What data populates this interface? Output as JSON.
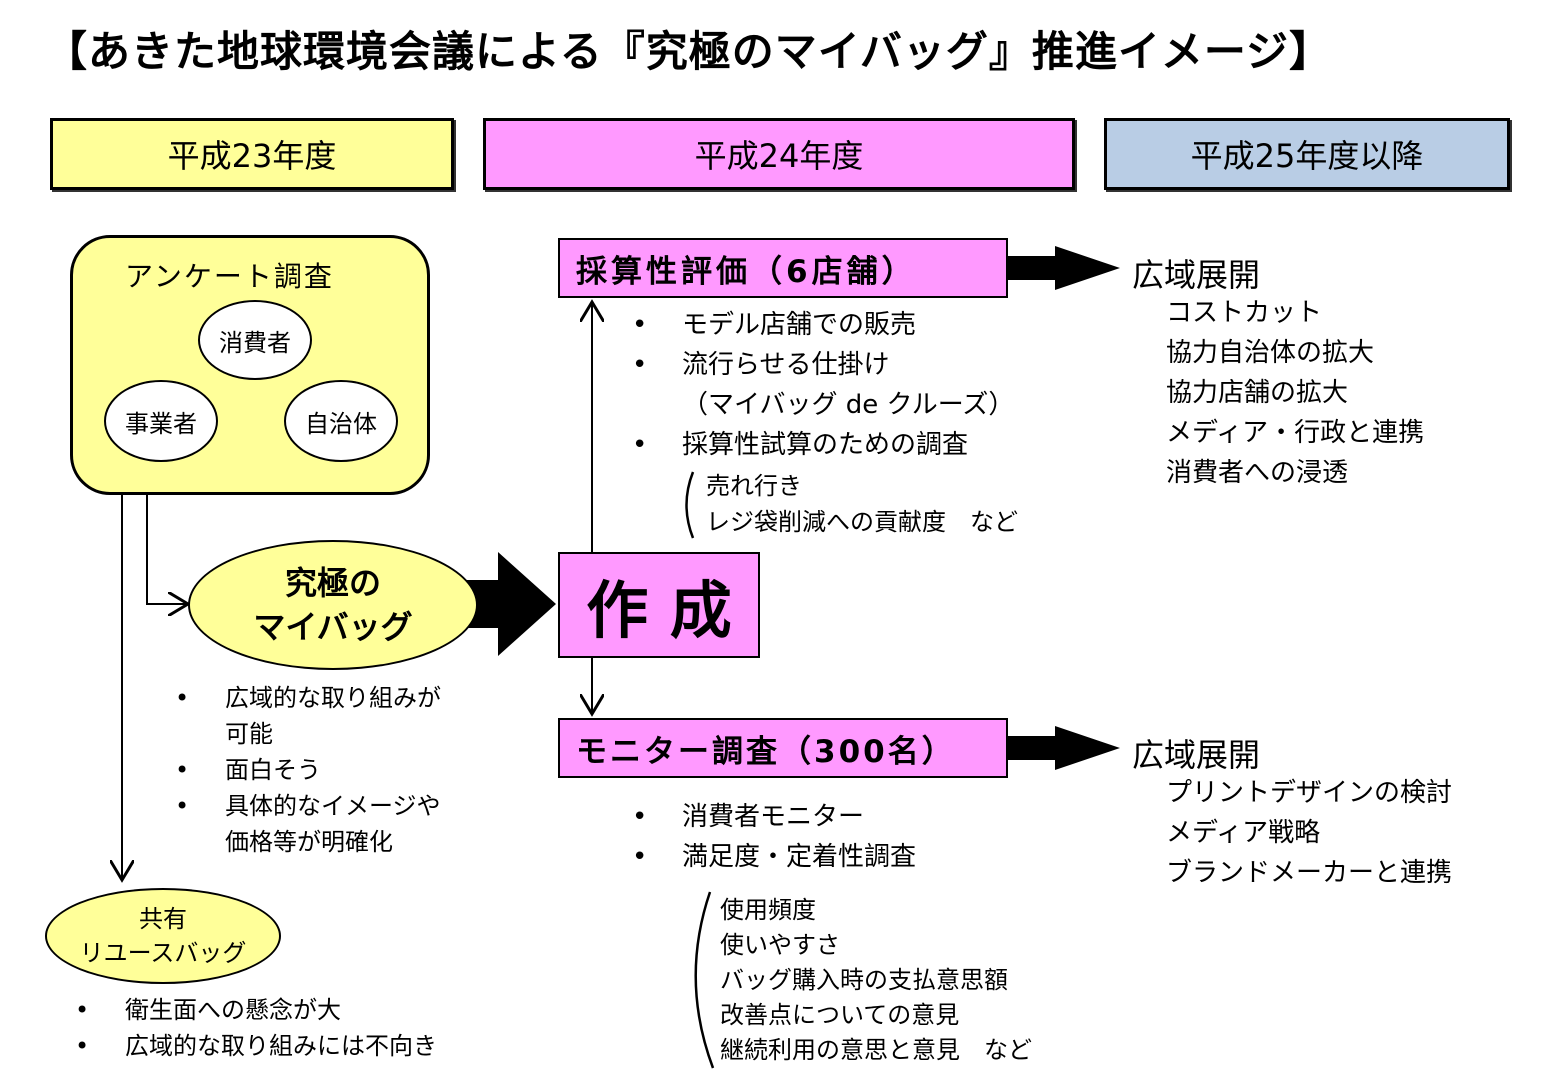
{
  "title": "【あきた地球環境会議による『究極のマイバッグ』推進イメージ】",
  "years": [
    "平成23年度",
    "平成24年度",
    "平成25年度以降"
  ],
  "survey": {
    "title": "アンケート調査",
    "participants": [
      "消費者",
      "事業者",
      "自治体"
    ]
  },
  "ultimate_bag": {
    "line1": "究極の",
    "line2": "マイバッグ"
  },
  "ultimate_bag_points": [
    "広域的な取り組みが",
    "可能",
    "面白そう",
    "具体的なイメージや",
    "価格等が明確化"
  ],
  "shared_bag": {
    "line1": "共有",
    "line2": "リユースバッグ"
  },
  "shared_bag_points": [
    "衛生面への懸念が大",
    "広域的な取り組みには不向き"
  ],
  "create_label": "作 成",
  "profitability": {
    "title": "採算性評価（6店舗）",
    "points": [
      "モデル店舗での販売",
      "流行らせる仕掛け",
      "（マイバッグ de クルーズ）",
      "採算性試算のための調査"
    ],
    "sub": [
      "売れ行き",
      "レジ袋削減への貢献度　など"
    ]
  },
  "monitor": {
    "title": "モニター調査（300名）",
    "points": [
      "消費者モニター",
      "満足度・定着性調査"
    ],
    "sub": [
      "使用頻度",
      "使いやすさ",
      "バッグ購入時の支払意思額",
      "改善点についての意見",
      "継続利用の意思と意見　など"
    ]
  },
  "expansion1": {
    "title": "広域展開",
    "items": [
      "コストカット",
      "協力自治体の拡大",
      "協力店舗の拡大",
      "メディア・行政と連携",
      "消費者への浸透"
    ]
  },
  "expansion2": {
    "title": "広域展開",
    "items": [
      "プリントデザインの検討",
      "メディア戦略",
      "ブランドメーカーと連携"
    ]
  },
  "bullet": "•",
  "colors": {
    "yellow": "#ffff99",
    "pink": "#ff99ff",
    "blue": "#b9cde5"
  }
}
